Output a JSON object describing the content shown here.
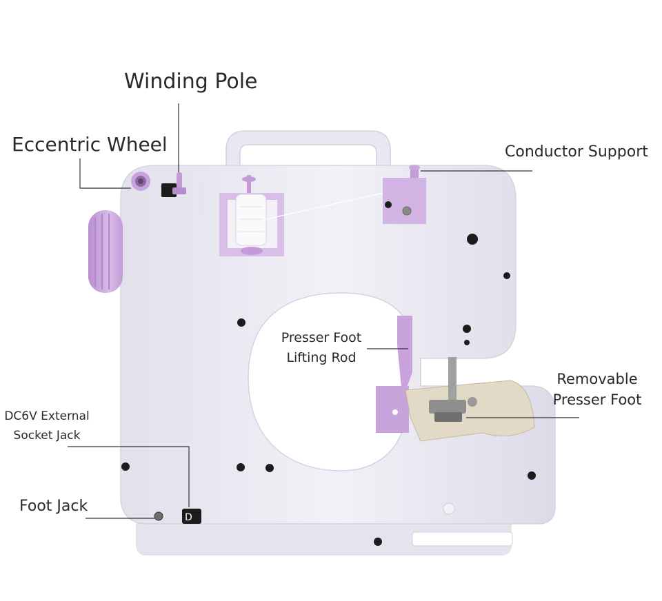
{
  "labels": {
    "winding_pole": "Winding Pole",
    "eccentric_wheel": "Eccentric Wheel",
    "conductor_support": "Conductor Support",
    "presser_foot_lifting_rod": [
      "Presser Foot",
      "Lifting Rod"
    ],
    "removable_presser_foot": [
      "Removable",
      "Presser Foot"
    ],
    "dc6v_socket": [
      "DC6V External",
      "Socket Jack"
    ],
    "foot_jack": "Foot Jack"
  },
  "colors": {
    "body": "#ecebf3",
    "accent": "#c9a9dc",
    "line": "#333333"
  }
}
